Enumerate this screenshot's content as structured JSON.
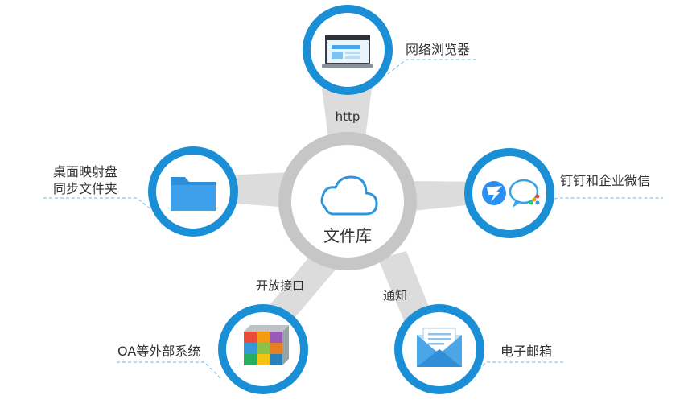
{
  "center": {
    "label": "文件库",
    "icon": "cloud-icon"
  },
  "nodes": {
    "browser": {
      "label": "网络浏览器",
      "icon": "browser-window-icon"
    },
    "dingtalk": {
      "label": "钉钉和企业微信",
      "icons": [
        "dingtalk-icon",
        "wecom-icon"
      ]
    },
    "email": {
      "label": "电子邮箱",
      "icon": "envelope-icon"
    },
    "oa": {
      "label": "OA等外部系统",
      "icon": "cube-stack-icon"
    },
    "folder": {
      "label_line1": "桌面映射盘",
      "label_line2": "同步文件夹",
      "icon": "folder-icon"
    }
  },
  "connectors": {
    "http": "http",
    "notify": "通知",
    "open_api": "开放接口"
  },
  "colors": {
    "ring_blue": "#1a8fd6",
    "hub_gray": "#c6c6c6",
    "spoke_gray": "#dcdcdc",
    "dash_blue": "#6cb8e0",
    "folder_blue": "#3ea0ea",
    "cloud_blue": "#2e95dc"
  }
}
